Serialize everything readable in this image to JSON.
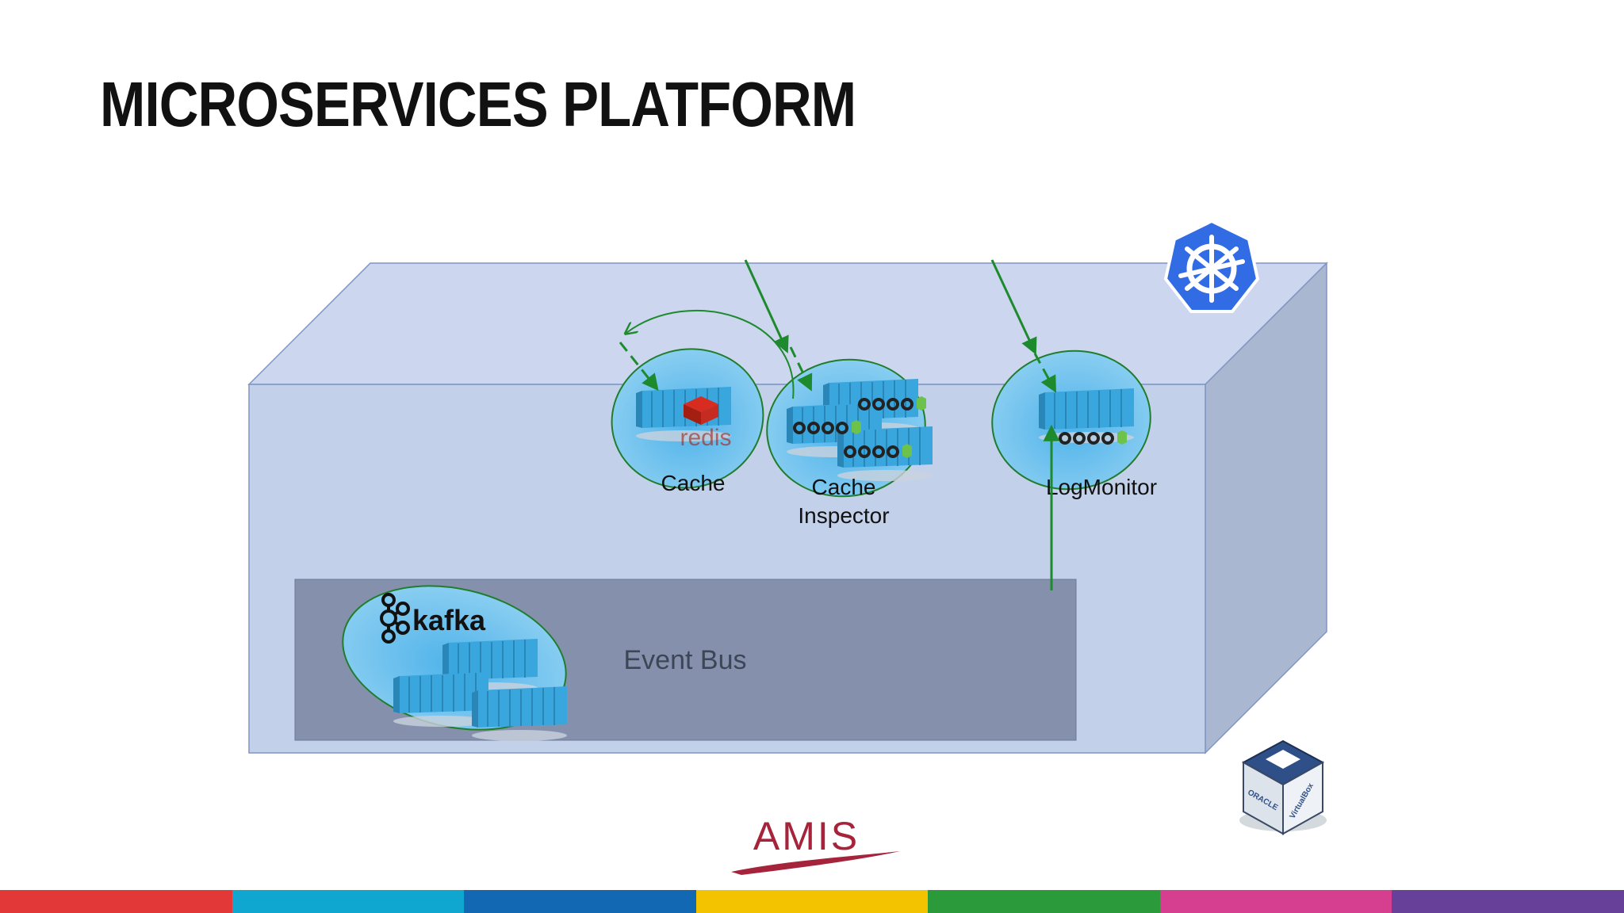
{
  "slide": {
    "title": "MICROSERVICES PLATFORM"
  },
  "nodes": {
    "cache": "Cache",
    "cache_inspector_line1": "Cache",
    "cache_inspector_line2": "Inspector",
    "log_monitor": "LogMonitor",
    "event_bus": "Event Bus",
    "kafka": "kafka",
    "redis": "redis"
  },
  "logos": {
    "brand": "AMIS",
    "oracle": "ORACLE",
    "virtualbox": "VirtualBox"
  },
  "colors": {
    "box_front": "#c3d0ea",
    "box_top": "#ccd6ee",
    "box_side": "#aab7d0",
    "event_bus": "#8591ac",
    "arrow_green": "#1e8a2e",
    "container_blue": "#3aa6de",
    "kubernetes_blue": "#326ce5",
    "amis_red": "#a6243b"
  },
  "color_bar": [
    "#e23838",
    "#0fa7cf",
    "#1268b3",
    "#f3c300",
    "#2a9a3a",
    "#d63e8f",
    "#67409a"
  ]
}
